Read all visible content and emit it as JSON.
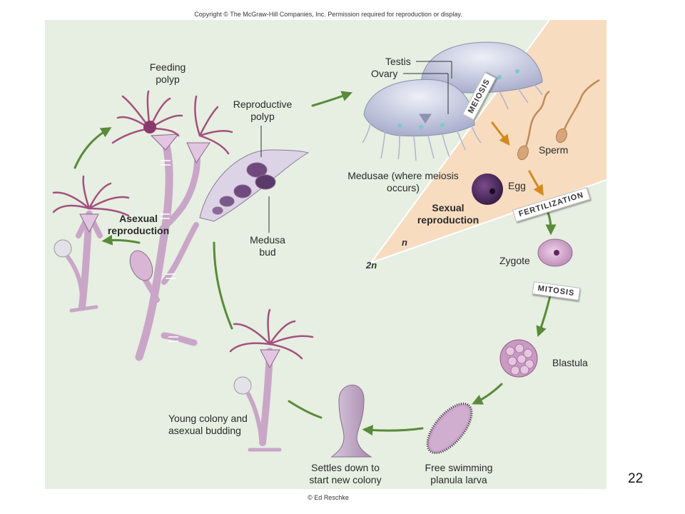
{
  "header": {
    "copyright": "Copyright © The McGraw-Hill Companies, Inc. Permission required for reproduction or display."
  },
  "footer": {
    "credit": "© Ed Reschke",
    "slide_number": "22"
  },
  "diagram": {
    "labels": {
      "feeding_polyp": "Feeding polyp",
      "reproductive_polyp": "Reproductive polyp",
      "medusa_bud": "Medusa bud",
      "asexual_reproduction": "Asexual reproduction",
      "testis": "Testis",
      "ovary": "Ovary",
      "medusae": "Medusae (where meiosis occurs)",
      "sperm": "Sperm",
      "egg": "Egg",
      "sexual_reproduction": "Sexual reproduction",
      "haploid": "n",
      "diploid": "2n",
      "zygote": "Zygote",
      "blastula": "Blastula",
      "planula": "Free swimming planula larva",
      "settles": "Settles down to start new colony",
      "young_colony": "Young colony and asexual budding"
    },
    "process_badges": {
      "meiosis": "MEIOSIS",
      "fertilization": "FERTILIZATION",
      "mitosis": "MITOSIS"
    },
    "colors": {
      "panel_background": "#e6efe1",
      "haploid_region": "#f7dcc0",
      "arrow_green": "#5a8a3a",
      "arrow_orange": "#d4891e",
      "polyp_stalk": "#c9a6c8",
      "tentacles": "#a4507f",
      "medusa": "#c8cbe0"
    }
  }
}
